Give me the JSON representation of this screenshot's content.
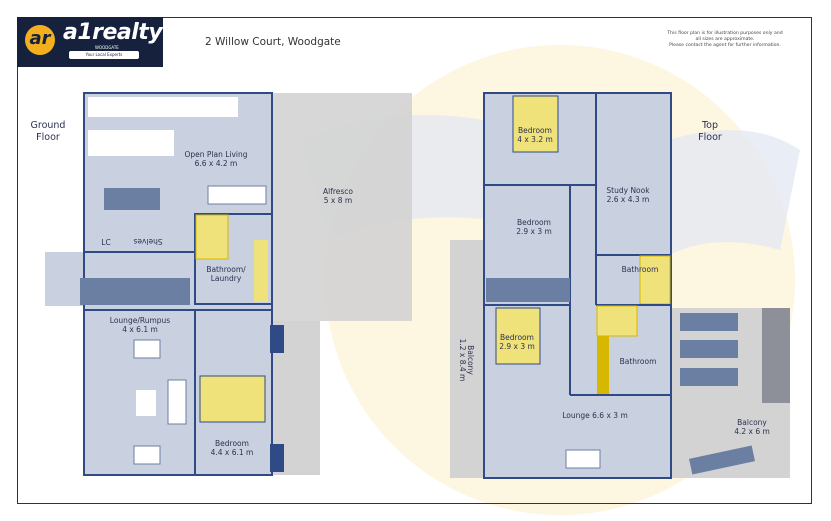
{
  "brand": {
    "logo_mark": "ar",
    "name": "a1realty",
    "location": "WOODGATE",
    "tagline": "Your Local Experts"
  },
  "header": {
    "address": "2 Willow Court, Woodgate",
    "disclaimer_lines": [
      "This floor plan is for illustration purposes only and",
      "all sizes are approximate.",
      "Please contact the agent for further information."
    ]
  },
  "ground_floor": {
    "title_lines": [
      "Ground",
      "Floor"
    ],
    "rooms": {
      "living": [
        "Open Plan Living",
        "6.6 x 4.2 m"
      ],
      "alfresco": [
        "Alfresco",
        "5 x 8 m"
      ],
      "lc": "LC",
      "shelves": "Shelves",
      "bathroom_laundry": [
        "Bathroom/",
        "Laundry"
      ],
      "lounge": [
        "Lounge/Rumpus",
        "4 x 6.1  m"
      ],
      "bedroom": [
        "Bedroom",
        "4.4 x 6.1  m"
      ]
    }
  },
  "top_floor": {
    "title_lines": [
      "Top",
      "Floor"
    ],
    "rooms": {
      "bedroom1": [
        "Bedroom",
        "4 x 3.2  m"
      ],
      "study": [
        "Study Nook",
        "2.6 x 4.3  m"
      ],
      "bedroom2": [
        "Bedroom",
        "2.9 x 3  m"
      ],
      "bathroom1": "Bathroom",
      "bedroom3": [
        "Bedroom",
        "2.9 x 3  m"
      ],
      "bathroom2": "Bathroom",
      "balcony_side": [
        "Balcony",
        "1.2 x 8.4  m"
      ],
      "lounge": "Lounge 6.6 x 3  m",
      "balcony": [
        "Balcony",
        "4.2 x 6 m"
      ]
    }
  },
  "colors": {
    "navy": "#16213e",
    "wall": "#2f4a84",
    "floor": "#c9d1e0",
    "outdoor": "#d3d3d3",
    "fixture": "#f0e27a",
    "accent": "#f2b01e"
  }
}
